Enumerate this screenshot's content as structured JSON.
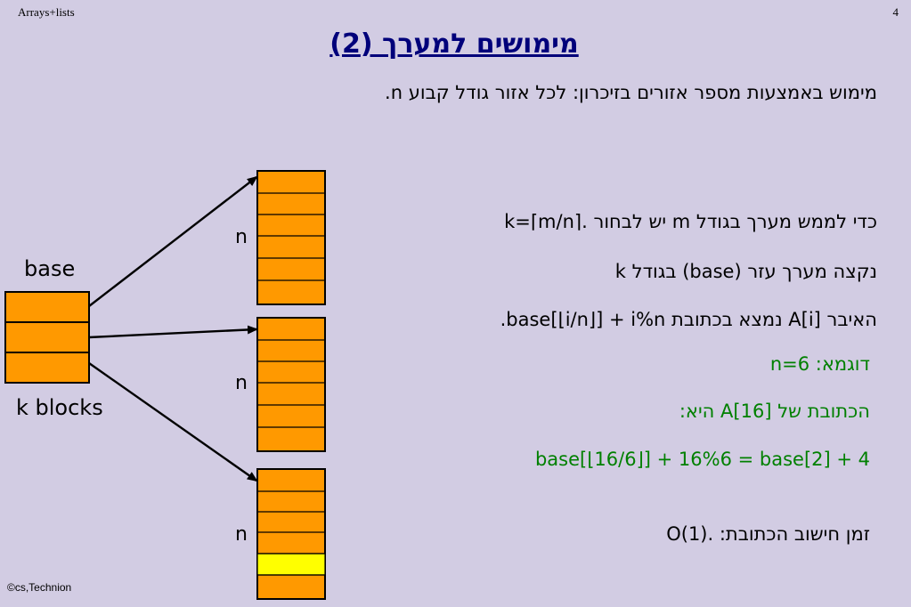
{
  "header": {
    "left": "Arrays+lists",
    "right": "4"
  },
  "footer": "©cs,Technion",
  "title": "מימושים למערך (2)",
  "subtitle": "מימוש באמצעות מספר אזורים בזיכרון: לכל אזור גודל קבוע n.",
  "diagram": {
    "base_label": "base",
    "blocks_label": "k blocks",
    "n_label": "n",
    "block_color": "#ff9900",
    "highlight_color": "#ffff00"
  },
  "text": {
    "line1_rtl": "כדי לממש מערך בגודל m יש לבחור",
    "line1_formula": "k=⌈m/n⌉.",
    "line2": "נקצה מערך עזר (base) בגודל k",
    "line3_rtl": "האיבר A[i] נמצא בכתובת",
    "line3_formula": ".base[⌊i/n⌋] + i%n",
    "line4": "דוגמא:     n=6",
    "line5": "הכתובת  של A[16] היא:",
    "line6": "base[⌊16/6⌋] + 16%6 = base[2] + 4",
    "line7_rtl": "זמן חישוב הכתובת:",
    "line7_formula": "O(1)."
  }
}
